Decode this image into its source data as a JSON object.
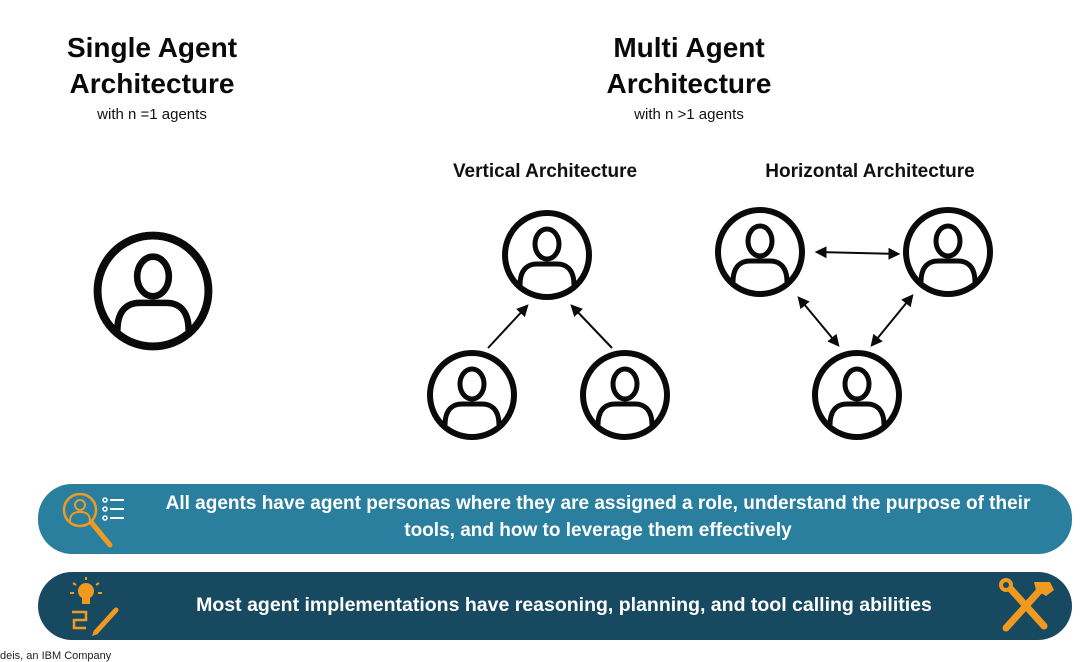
{
  "single": {
    "title_line1": "Single Agent",
    "title_line2": "Architecture",
    "subtitle": "with n =1 agents"
  },
  "multi": {
    "title_line1": "Multi Agent",
    "title_line2": "Architecture",
    "subtitle": "with n >1 agents",
    "vertical_title": "Vertical Architecture",
    "horizontal_title": "Horizontal Architecture"
  },
  "banners": {
    "personas_text": "All agents have agent personas where they are assigned a role, understand the purpose of their tools, and how to leverage them effectively",
    "personas_icon": "persona-search-icon",
    "abilities_text": "Most agent implementations have reasoning, planning, and tool calling abilities",
    "abilities_left_icon": "lightbulb-pencil-icon",
    "abilities_right_icon": "tools-icon"
  },
  "footer": "deis, an IBM Company",
  "colors": {
    "banner_top": "#2a7f9e",
    "banner_bottom": "#174a61",
    "icon_orange": "#f29a1f",
    "agent_stroke": "#0a0a0a"
  }
}
